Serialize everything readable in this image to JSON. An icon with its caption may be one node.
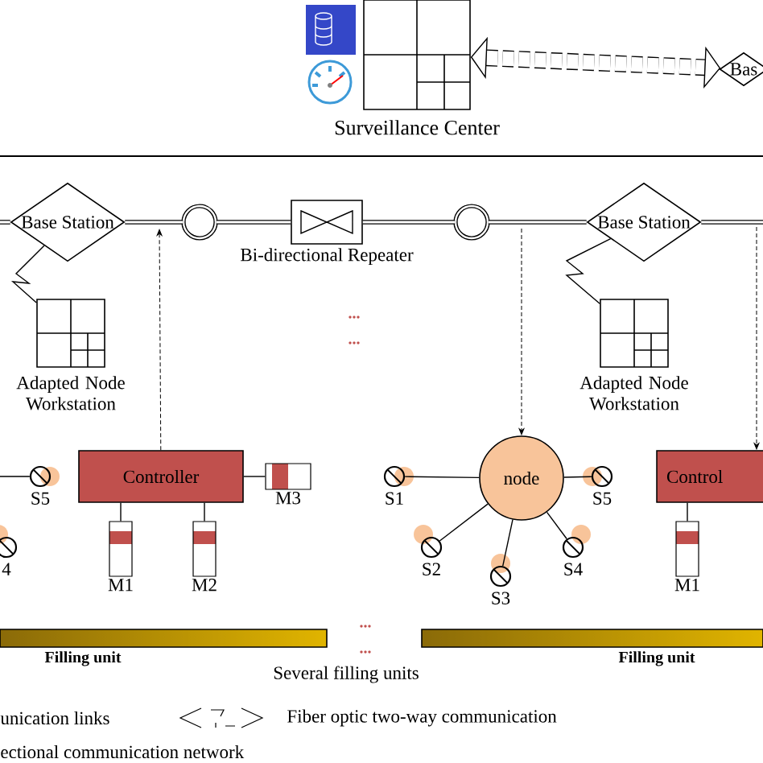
{
  "diagram": {
    "nodes": [
      {
        "text": [
          "Surveillance Center"
        ]
      },
      {
        "text": [
          "Bas"
        ]
      },
      {
        "text": [
          "Base Station"
        ]
      },
      {
        "text": [],
        "shape": "circle"
      },
      {
        "text": [
          "Bi-directional Repeater"
        ]
      },
      {
        "text": [],
        "shape": "circle"
      },
      {
        "text": [
          "Base Station"
        ]
      },
      {
        "text": [
          "Adapted Node Workstation"
        ]
      },
      {
        "text": [
          "Adapted Node Workstation"
        ]
      },
      {
        "text": [
          "Controller"
        ]
      },
      {
        "text": [
          "M3"
        ]
      },
      {
        "text": [
          "S5"
        ]
      },
      {
        "text": [
          "4"
        ]
      },
      {
        "text": [
          "M1"
        ]
      },
      {
        "text": [
          "M2"
        ]
      },
      {
        "text": [
          "node"
        ]
      },
      {
        "text": [
          "S1"
        ]
      },
      {
        "text": [
          "S5"
        ]
      },
      {
        "text": [
          "S2"
        ]
      },
      {
        "text": [
          "S3"
        ]
      },
      {
        "text": [
          "S4"
        ]
      },
      {
        "text": [
          "Control"
        ]
      },
      {
        "text": [
          "M1"
        ]
      },
      {
        "text": [
          "Filling unit"
        ]
      },
      {
        "text": [
          "Filling unit"
        ]
      }
    ],
    "edges": [
      {
        "from": 0,
        "to": 1,
        "arrow": "both",
        "style": "dashed"
      },
      {
        "from": null,
        "to": 2,
        "arrow": "none",
        "style": "thick"
      },
      {
        "from": 2,
        "to": 3,
        "arrow": "none",
        "style": "thick"
      },
      {
        "from": 3,
        "to": 4,
        "arrow": "none",
        "style": "thick"
      },
      {
        "from": 4,
        "to": 5,
        "arrow": "none",
        "style": "thick"
      },
      {
        "from": 5,
        "to": 6,
        "arrow": "none",
        "style": "thick"
      },
      {
        "from": 6,
        "to": null,
        "arrow": "none",
        "style": "thick"
      },
      {
        "from": 2,
        "to": 7,
        "arrow": "none"
      },
      {
        "from": 6,
        "to": 8,
        "arrow": "none"
      },
      {
        "from": 9,
        "to": null,
        "arrow": "to",
        "style": "dashed"
      },
      {
        "from": null,
        "to": 15,
        "arrow": "to",
        "style": "dashed"
      },
      {
        "from": null,
        "to": 21,
        "arrow": "to",
        "style": "dashed"
      },
      {
        "from": 9,
        "to": 10,
        "arrow": "none"
      },
      {
        "from": 9,
        "to": 13,
        "arrow": "none"
      },
      {
        "from": 9,
        "to": 14,
        "arrow": "none"
      },
      {
        "from": null,
        "to": 11,
        "arrow": "none"
      },
      {
        "from": 15,
        "to": 16,
        "arrow": "none"
      },
      {
        "from": 15,
        "to": 17,
        "arrow": "none"
      },
      {
        "from": 15,
        "to": 18,
        "arrow": "none"
      },
      {
        "from": 15,
        "to": 19,
        "arrow": "none"
      },
      {
        "from": 15,
        "to": 20,
        "arrow": "none"
      },
      {
        "from": 21,
        "to": 22,
        "arrow": "none"
      }
    ],
    "labels": [
      "...",
      "...",
      "...",
      "...",
      "Several filling units"
    ],
    "legend": [
      {
        "text": "unication links"
      },
      {
        "text": "Fiber optic two-way communication"
      },
      {
        "text": "ectional communication network"
      }
    ]
  }
}
